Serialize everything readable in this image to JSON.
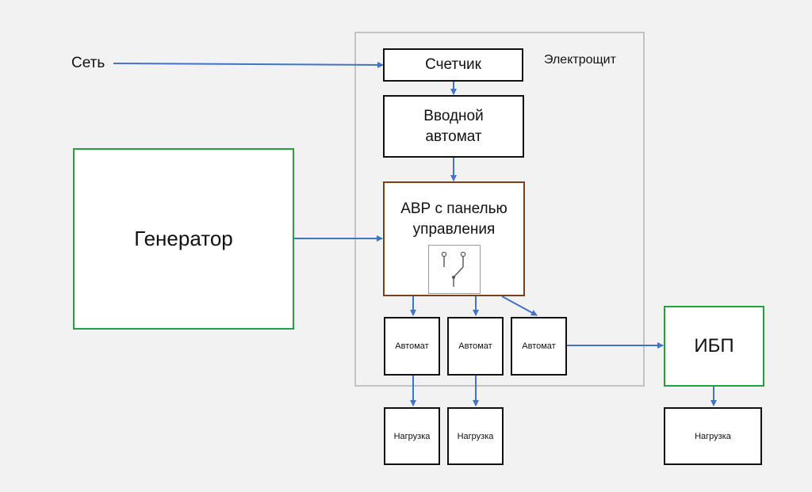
{
  "labels": {
    "network": "Сеть",
    "panel": "Электрощит",
    "meter": "Счетчик",
    "main_breaker": "Вводной\nавтомат",
    "generator": "Генератор",
    "ats": "АВР с панелью\nуправления",
    "breaker_1": "Автомат",
    "breaker_2": "Автомат",
    "breaker_3": "Автомат",
    "ups": "ИБП",
    "load_1": "Нагрузка",
    "load_2": "Нагрузка",
    "load_3": "Нагрузка"
  },
  "icons": {
    "ats_switch": "transfer-switch-icon"
  },
  "colors": {
    "wire": "#4472c4",
    "generator_border": "#22a33a",
    "ups_border": "#22a33a",
    "ats_border": "#7b3f1e",
    "panel_border": "#c3c3c3",
    "box_border": "#111111"
  }
}
